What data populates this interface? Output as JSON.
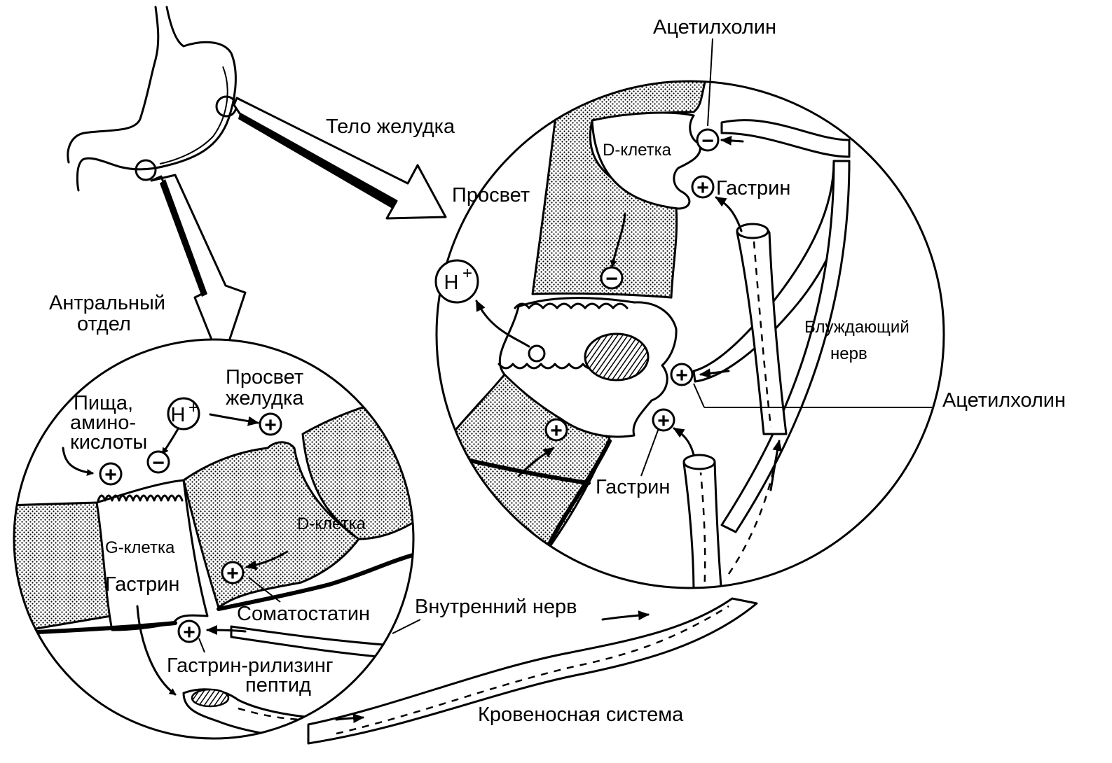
{
  "labels": {
    "body_of_stomach": "Тело желудка",
    "antrum_line1": "Антральный",
    "antrum_line2": "отдел",
    "lumen_top": "Просвет",
    "lumen_bottom_line1": "Просвет",
    "lumen_bottom_line2": "желудка",
    "food_line1": "Пища,",
    "food_line2": "амино-",
    "food_line3": "кислоты",
    "h_plus": "H",
    "h_plus_sup": "+",
    "d_cell": "D-клетка",
    "g_cell": "G-клетка",
    "gastrin": "Гастрин",
    "somatostatin": "Соматостатин",
    "grp_line1": "Гастрин-рилизинг",
    "grp_line2": "пептид",
    "acetylcholine": "Ацетилхолин",
    "vagus_line1": "Блуждающий",
    "vagus_line2": "нерв",
    "internal_nerve": "Внутренний нерв",
    "circulation": "Кровеносная система"
  },
  "signs": {
    "plus": "+",
    "minus": "−"
  }
}
